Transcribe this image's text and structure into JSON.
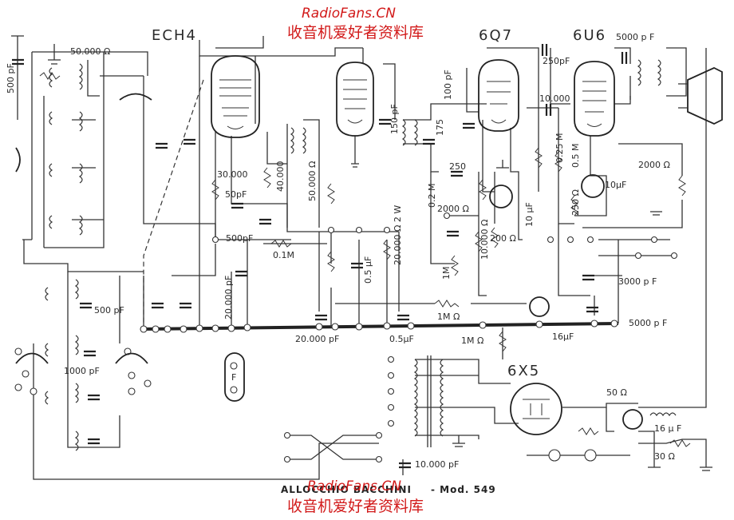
{
  "watermark": {
    "site": "RadioFans.CN",
    "chinese": "收音机爱好者资料库"
  },
  "tubes": {
    "t1": "ECH4",
    "t3": "6Q7",
    "t4": "6U6",
    "rect": "6X5"
  },
  "labels": {
    "c500pF_left": "500 pF",
    "r50000": "50.000 Ω",
    "r30000": "30.000",
    "c50pF": "50pF",
    "r40000": "40.000",
    "c500pF_mid": "500pF",
    "r01M": "0.1M",
    "r50000_b": "50.000 Ω",
    "c05uF": "0.5 μF",
    "r20000_2W": "20.000 Ω 2 W",
    "c150pF": "150 pF",
    "c175": "175",
    "c100pF": "100 pF",
    "c250pF": "250pF",
    "c250": "250",
    "r02M": "0.2 M",
    "r2000": "2000 Ω",
    "r10000_b": "10.000 Ω",
    "r1M_a": "1M",
    "r200": "200 Ω",
    "c10uF_a": "10 μF",
    "r10000_c": "10.000",
    "r025M": "0.25 M",
    "r05M": "0.5 M",
    "r250": "250 Ω",
    "c10uF_b": "10μF",
    "r2000_b": "2000 Ω",
    "c5000pF_top": "5000 p F",
    "c3000pF": "3000 p F",
    "c5000pF_bot": "5000 p F",
    "c16uF_a": "16μF",
    "r1M_b": "1M Ω",
    "r1M_c": "1M Ω",
    "c20000pF_a": "20.000 pF",
    "c05uF_b": "0.5μF",
    "c500pF_low": "500 pF",
    "c1000pF": "1000 pF",
    "c20000pF_b": "20.000 pF",
    "r50": "50 Ω",
    "c16uF_b": "16 μ F",
    "r30": "30 Ω",
    "c10000pF": "10.000 pF",
    "fuse": "F"
  },
  "footer": {
    "brand": "ALLOCCHIO BACCHINI",
    "model": "- Mod. 549"
  }
}
